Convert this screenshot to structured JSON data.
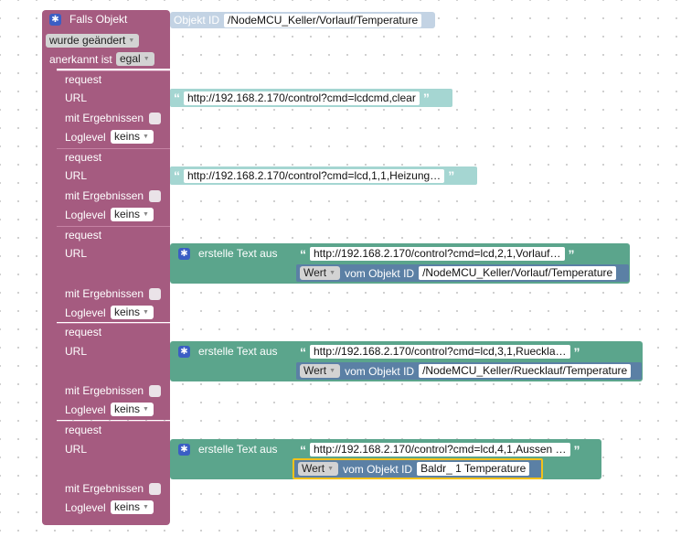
{
  "event": {
    "title": "Falls Objekt",
    "object_label": "Objekt ID",
    "object_id": "/NodeMCU_Keller/Vorlauf/Temperature",
    "trigger_value": "wurde geändert",
    "ack_label": "anerkannt ist",
    "ack_value": "egal"
  },
  "labels": {
    "request": "request",
    "url": "URL",
    "with_results": "mit Ergebnissen",
    "loglevel": "Loglevel",
    "loglevel_value": "keins",
    "text_join": "erstelle Text aus",
    "value_label": "Wert",
    "from_object": "vom Objekt ID"
  },
  "requests": [
    {
      "url_text": "http://192.168.2.170/control?cmd=lcdcmd,clear"
    },
    {
      "url_text": "http://192.168.2.170/control?cmd=lcd,1,1,Heizung…"
    },
    {
      "url_text": "http://192.168.2.170/control?cmd=lcd,2,1,Vorlauf…",
      "object_id": "/NodeMCU_Keller/Vorlauf/Temperature"
    },
    {
      "url_text": "http://192.168.2.170/control?cmd=lcd,3,1,Rueckla…",
      "object_id": "/NodeMCU_Keller/Ruecklauf/Temperature"
    },
    {
      "url_text": "http://192.168.2.170/control?cmd=lcd,4,1,Aussen …",
      "object_id": "Baldr_ 1 Temperature"
    }
  ],
  "quotes": {
    "open": "“",
    "close": "”"
  },
  "icons": {
    "gear": "gear-icon",
    "dropdown": "triangle-down-icon"
  },
  "colors": {
    "event": "#a55b80",
    "text": "#5ba58c",
    "string": "#a5d6d2",
    "getter": "#5b80a5",
    "selection": "#f3c21a"
  }
}
